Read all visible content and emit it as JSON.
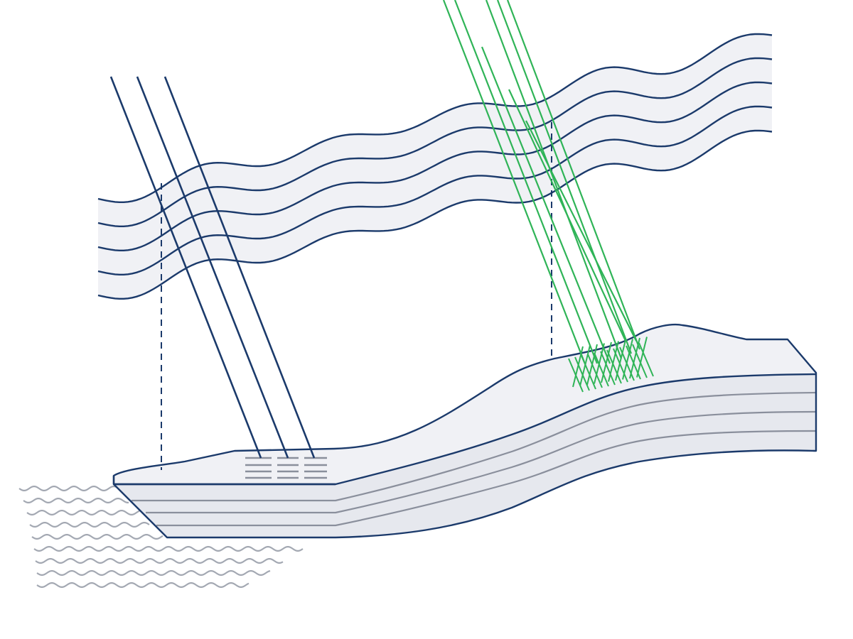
{
  "colors": {
    "background": "#ffffff",
    "outline": "#1b3a6b",
    "fill": "#e6e8ee",
    "fill_light": "#f0f1f5",
    "strata": "#8a8f9c",
    "water": "#a3a8b2",
    "green_beams": "#2fb457"
  },
  "elements": {
    "atmosphere_band": "wavy-layered-band",
    "terrain_block": "layered-land-block",
    "water_surface": "wavy-water-lines",
    "blue_beams": 3,
    "green_beams": 8,
    "drop_lines": 2
  }
}
